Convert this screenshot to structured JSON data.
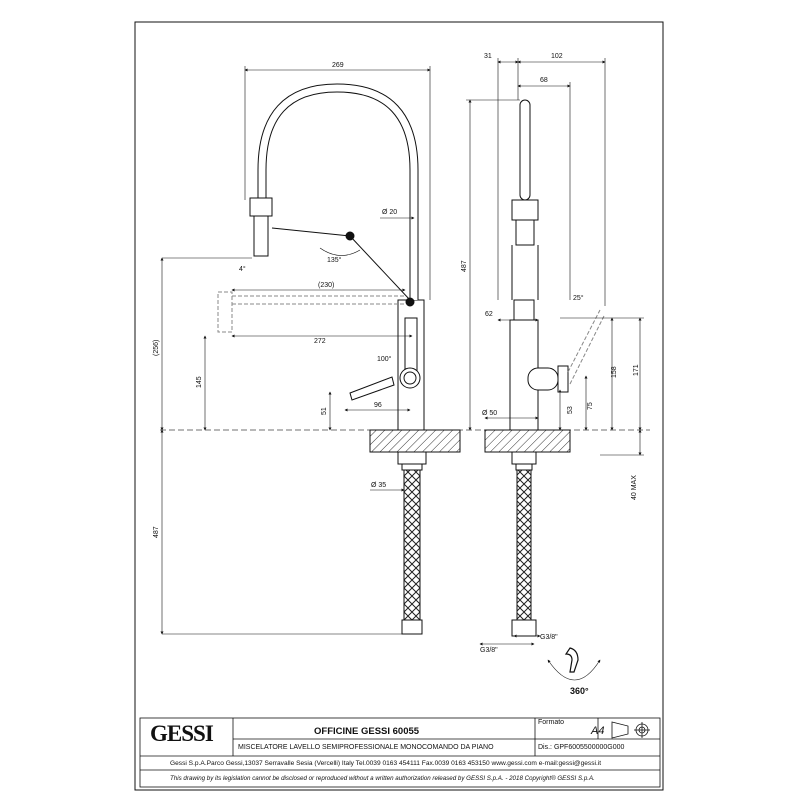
{
  "logo_text": "GESSI",
  "title_block": {
    "title": "OFFICINE GESSI 60055",
    "subtitle": "MISCELATORE LAVELLO SEMIPROFESSIONALE MONOCOMANDO DA PIANO",
    "format_label": "Formato",
    "format_value": "A4",
    "drawing_code": "Dis.: GPF6005500000G000",
    "address": "Gessi S.p.A.Parco Gessi,13037 Serravalle Sesia (Vercelli) Italy Tel.0039 0163 454111 Fax.0039 0163 453150 www.gessi.com e-mail:gessi@gessi.it",
    "notice": "This drawing by its legislation cannot be disclosed or reproduced without a written authorization released by GESSI S.p.A. - 2018 Copyright® GESSI S.p.A."
  },
  "front_view": {
    "dim_width": "269",
    "dim_diameter_20": "Ø 20",
    "dim_angle_135": "135°",
    "dim_angle_4": "4°",
    "dim_reach_230": "(230)",
    "dim_reach_272": "272",
    "dim_height_256": "(256)",
    "dim_height_145": "145",
    "dim_angle_100": "100°",
    "dim_height_51": "51",
    "dim_96": "96",
    "dim_diameter_35": "Ø 35",
    "dim_487": "487"
  },
  "side_view": {
    "dim_31": "31",
    "dim_102": "102",
    "dim_68": "68",
    "dim_487": "487",
    "dim_angle_25": "25°",
    "dim_62": "62",
    "dim_158": "158",
    "dim_171": "171",
    "dim_75": "75",
    "dim_53": "53",
    "dim_diameter_50": "Ø 50",
    "dim_40max": "40 MAX",
    "dim_g38_left": "G3/8\"",
    "dim_g38_right": "G3/8\"",
    "rotation": "360°"
  }
}
